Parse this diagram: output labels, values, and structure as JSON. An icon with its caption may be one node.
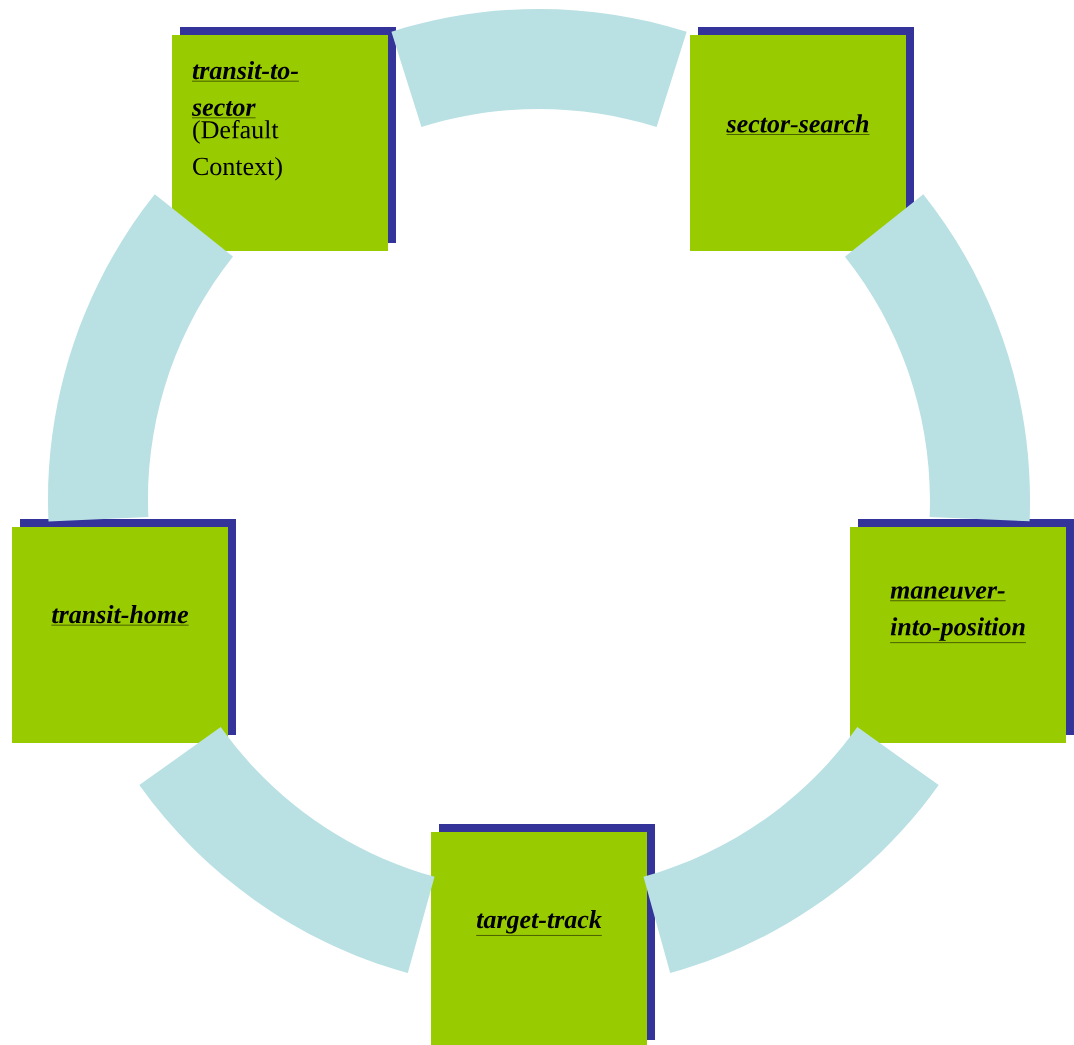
{
  "diagram": {
    "nodes": [
      {
        "text": [
          "transit-to-sector",
          "(Default Context)"
        ]
      },
      {
        "text": [
          "sector-search"
        ]
      },
      {
        "text": [
          "maneuver-into-position"
        ]
      },
      {
        "text": [
          "target-track"
        ]
      },
      {
        "text": [
          "transit-home"
        ]
      }
    ],
    "edges": [
      {
        "from": 0,
        "to": 1,
        "arrow": "none"
      },
      {
        "from": 1,
        "to": 2,
        "arrow": "none"
      },
      {
        "from": 2,
        "to": 3,
        "arrow": "none"
      },
      {
        "from": 3,
        "to": 4,
        "arrow": "none"
      },
      {
        "from": 4,
        "to": 0,
        "arrow": "none"
      }
    ]
  }
}
